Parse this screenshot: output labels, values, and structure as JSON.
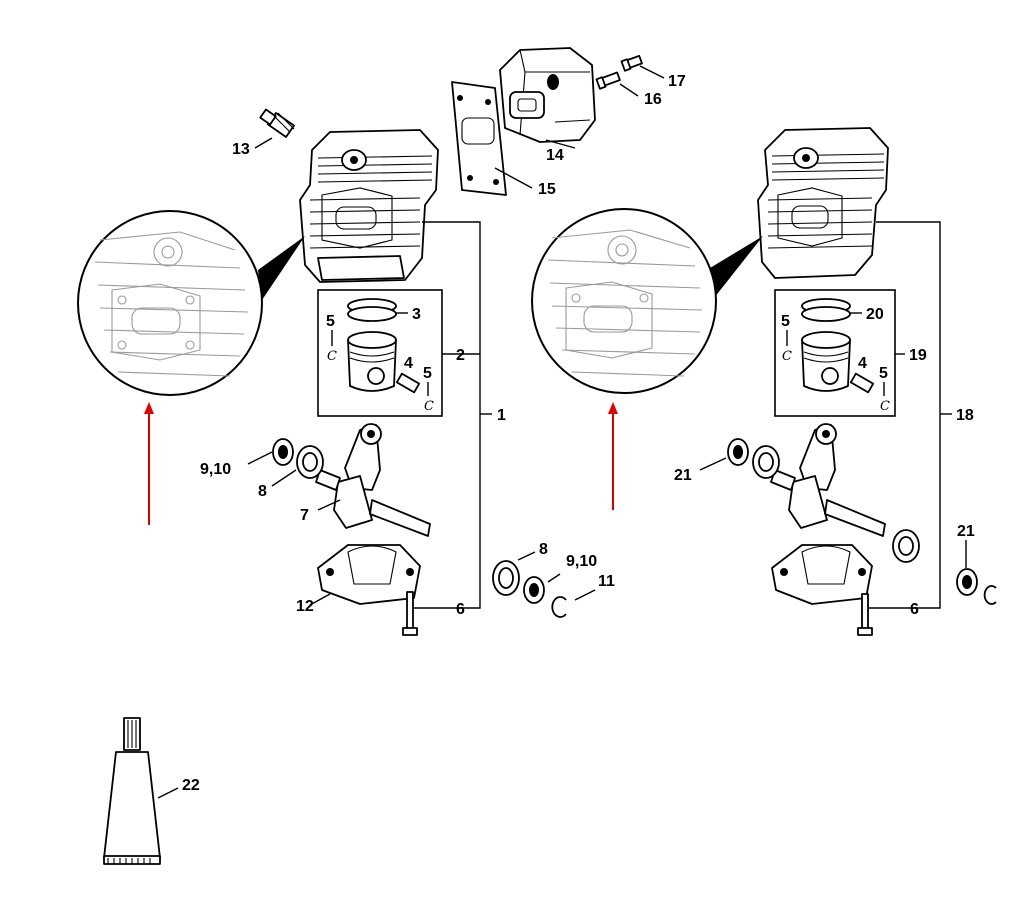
{
  "callouts": {
    "c1": "1",
    "c2": "2",
    "c3": "3",
    "c4a": "4",
    "c4b": "4",
    "c5a": "5",
    "c5b": "5",
    "c5c": "5",
    "c5d": "5",
    "c6a": "6",
    "c6b": "6",
    "c7": "7",
    "c8a": "8",
    "c8b": "8",
    "c910a": "9,10",
    "c910b": "9,10",
    "c11": "11",
    "c12": "12",
    "c13": "13",
    "c14": "14",
    "c15": "15",
    "c16": "16",
    "c17": "17",
    "c18": "18",
    "c19": "19",
    "c20": "20",
    "c21a": "21",
    "c21b": "21",
    "c22": "22"
  },
  "clip_glyph": "C",
  "colors": {
    "ink": "#000000",
    "arrow": "#e00000",
    "detail": "#9a9a9a",
    "background": "#ffffff"
  }
}
